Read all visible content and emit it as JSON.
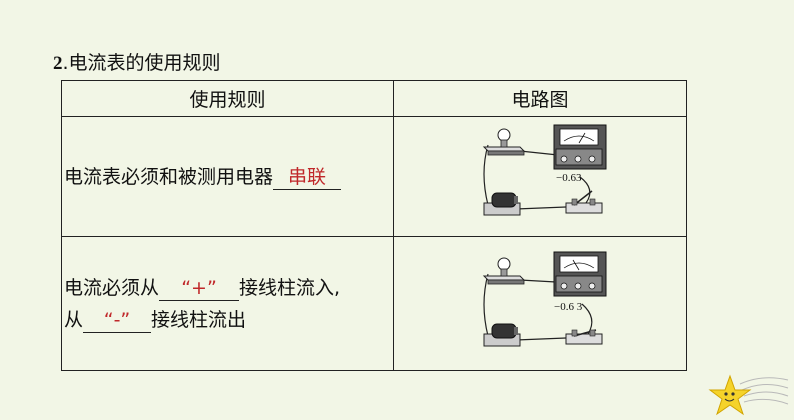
{
  "heading": {
    "number": "2",
    "title": ".电流表的使用规则"
  },
  "table": {
    "headers": [
      "使用规则",
      "电路图"
    ],
    "rows": [
      {
        "before": "电流表必须和被测用电器",
        "answer": "串联",
        "after": ""
      },
      {
        "before": "电流必须从",
        "answer": "“+”",
        "middle": "接线柱流入,",
        "before2": "从",
        "answer2": "“-”",
        "after2": "接线柱流出"
      }
    ],
    "meter_label": "−0.63",
    "meter_label2": "−0.6 3"
  },
  "colors": {
    "background": "#f2f6e6",
    "answer": "#c0282a",
    "star": "#f5d32a"
  },
  "icons": [
    "ammeter-icon",
    "bulb-icon",
    "battery-icon",
    "switch-icon",
    "star-icon"
  ]
}
